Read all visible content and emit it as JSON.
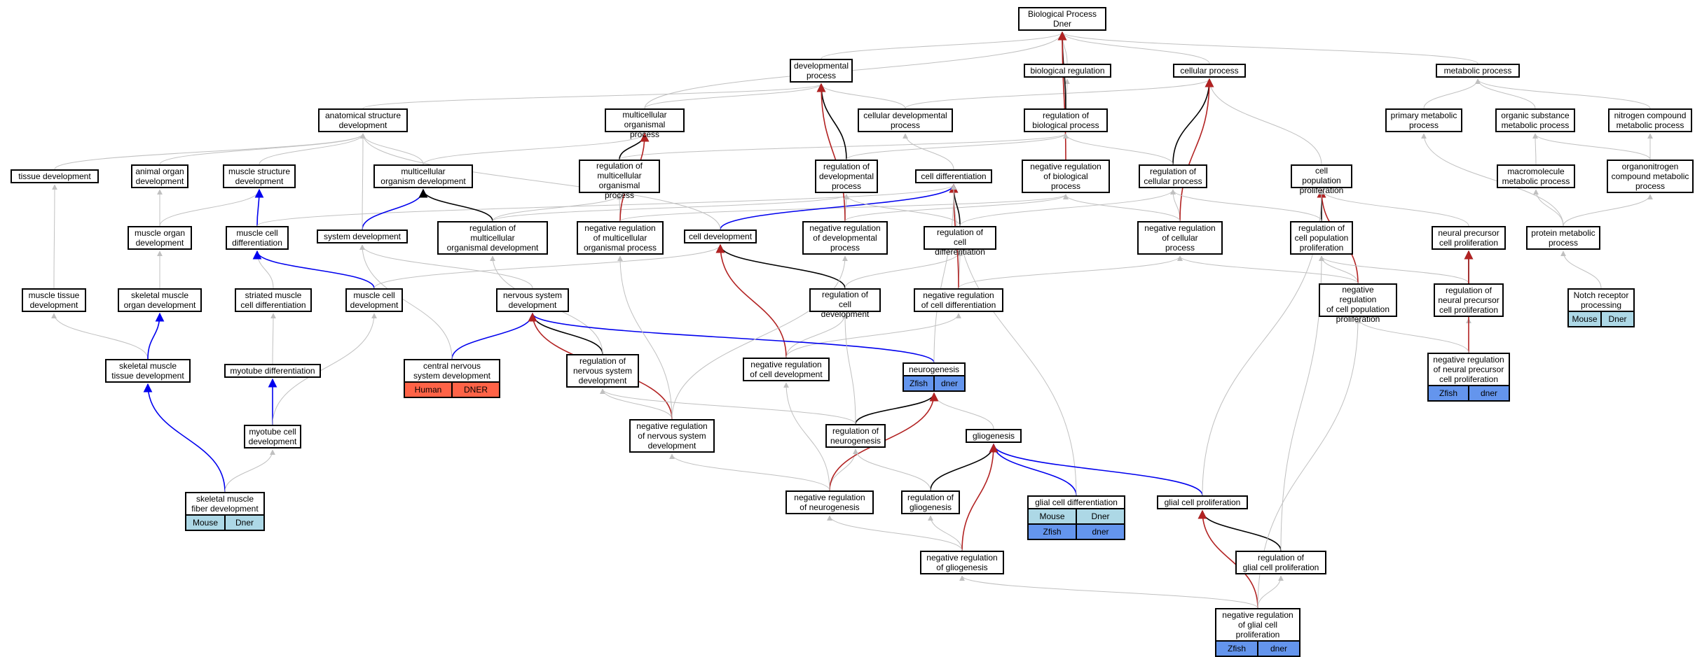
{
  "colors": {
    "gray": "#c0c0c0",
    "black": "#000000",
    "blue": "#0000ee",
    "red": "#b22222",
    "mouse": "#add8e6",
    "zfish": "#6495ed",
    "human": "#ff6347"
  },
  "nodes": [
    {
      "id": "bp",
      "label": "Biological Process\nDner"
    },
    {
      "id": "devproc",
      "label": "developmental\nprocess"
    },
    {
      "id": "bioreg",
      "label": "biological regulation"
    },
    {
      "id": "cellproc",
      "label": "cellular process"
    },
    {
      "id": "metab",
      "label": "metabolic process"
    },
    {
      "id": "anat",
      "label": "anatomical structure\ndevelopment"
    },
    {
      "id": "multiproc",
      "label": "multicellular\norganismal process"
    },
    {
      "id": "celldevproc",
      "label": "cellular developmental\nprocess"
    },
    {
      "id": "regbio",
      "label": "regulation of\nbiological process"
    },
    {
      "id": "primmet",
      "label": "primary metabolic\nprocess"
    },
    {
      "id": "orgsub",
      "label": "organic substance\nmetabolic process"
    },
    {
      "id": "nitro",
      "label": "nitrogen compound\nmetabolic process"
    },
    {
      "id": "tissuedev",
      "label": "tissue development"
    },
    {
      "id": "animorgan",
      "label": "animal organ\ndevelopment"
    },
    {
      "id": "musstruct",
      "label": "muscle structure\ndevelopment"
    },
    {
      "id": "multiorg",
      "label": "multicellular\norganism development"
    },
    {
      "id": "regmulti",
      "label": "regulation of\nmulticellular\norganismal process"
    },
    {
      "id": "regdev",
      "label": "regulation of\ndevelopmental\nprocess"
    },
    {
      "id": "celldiff",
      "label": "cell differentiation"
    },
    {
      "id": "negregbio",
      "label": "negative regulation\nof biological\nprocess"
    },
    {
      "id": "regcellproc",
      "label": "regulation of\ncellular process"
    },
    {
      "id": "cellpop",
      "label": "cell population\nproliferation"
    },
    {
      "id": "macromol",
      "label": "macromolecule\nmetabolic process"
    },
    {
      "id": "organonit",
      "label": "organonitrogen\ncompound metabolic\nprocess"
    },
    {
      "id": "musorgan",
      "label": "muscle organ\ndevelopment"
    },
    {
      "id": "muscdiff",
      "label": "muscle cell\ndifferentiation"
    },
    {
      "id": "sysdev",
      "label": "system development"
    },
    {
      "id": "regmultidev",
      "label": "regulation of\nmulticellular\norganismal development"
    },
    {
      "id": "negregmulti",
      "label": "negative regulation\nof multicellular\norganismal process"
    },
    {
      "id": "celldev",
      "label": "cell development"
    },
    {
      "id": "negregdev",
      "label": "negative regulation\nof developmental\nprocess"
    },
    {
      "id": "regcelldiff",
      "label": "regulation of\ncell differentiation"
    },
    {
      "id": "negregcell",
      "label": "negative regulation\nof cellular\nprocess"
    },
    {
      "id": "regcellpop",
      "label": "regulation of\ncell population\nproliferation"
    },
    {
      "id": "neurprec",
      "label": "neural precursor\ncell proliferation"
    },
    {
      "id": "protmet",
      "label": "protein metabolic\nprocess"
    },
    {
      "id": "mustissue",
      "label": "muscle tissue\ndevelopment"
    },
    {
      "id": "skelorgan",
      "label": "skeletal muscle\norgan development"
    },
    {
      "id": "striated",
      "label": "striated muscle\ncell differentiation"
    },
    {
      "id": "muscelldev",
      "label": "muscle cell\ndevelopment"
    },
    {
      "id": "nervdev",
      "label": "nervous system\ndevelopment"
    },
    {
      "id": "regcelldev",
      "label": "regulation of\ncell development"
    },
    {
      "id": "negregcelldiff",
      "label": "negative regulation\nof cell differentiation"
    },
    {
      "id": "negregcellpop",
      "label": "negative regulation\nof cell population\nproliferation"
    },
    {
      "id": "regneurprec",
      "label": "regulation of\nneural precursor\ncell proliferation"
    },
    {
      "id": "notch",
      "label": "Notch receptor\nprocessing",
      "table": [
        [
          "Mouse",
          "Dner"
        ]
      ],
      "tablecolor": [
        "mouse"
      ]
    },
    {
      "id": "skeltissue",
      "label": "skeletal muscle\ntissue development"
    },
    {
      "id": "cns",
      "label": "central nervous\nsystem development",
      "table": [
        [
          "Human",
          "DNER"
        ]
      ],
      "tablecolor": [
        "human"
      ]
    },
    {
      "id": "regnervdev",
      "label": "regulation of\nnervous system\ndevelopment"
    },
    {
      "id": "negregcelldev",
      "label": "negative regulation\nof cell development"
    },
    {
      "id": "neurogen",
      "label": "neurogenesis",
      "table": [
        [
          "Zfish",
          "dner"
        ]
      ],
      "tablecolor": [
        "zfish"
      ]
    },
    {
      "id": "negregneurprec",
      "label": "negative regulation\nof neural precursor\ncell proliferation",
      "table": [
        [
          "Zfish",
          "dner"
        ]
      ],
      "tablecolor": [
        "zfish"
      ]
    },
    {
      "id": "myotdiff",
      "label": "myotube differentiation"
    },
    {
      "id": "negregnervdev",
      "label": "negative regulation\nof nervous system\ndevelopment"
    },
    {
      "id": "regneurogen",
      "label": "regulation of\nneurogenesis"
    },
    {
      "id": "gliogen",
      "label": "gliogenesis"
    },
    {
      "id": "myotdev",
      "label": "myotube cell\ndevelopment"
    },
    {
      "id": "skelfiber",
      "label": "skeletal muscle\nfiber development",
      "table": [
        [
          "Mouse",
          "Dner"
        ]
      ],
      "tablecolor": [
        "mouse"
      ]
    },
    {
      "id": "negregneurogen",
      "label": "negative regulation\nof neurogenesis"
    },
    {
      "id": "reggliogen",
      "label": "regulation of\ngliogenesis"
    },
    {
      "id": "glialdiff",
      "label": "glial cell differentiation",
      "table": [
        [
          "Mouse",
          "Dner"
        ],
        [
          "Zfish",
          "dner"
        ]
      ],
      "tablecolor": [
        "mouse",
        "zfish"
      ]
    },
    {
      "id": "glialprolif",
      "label": "glial cell proliferation"
    },
    {
      "id": "negreggliogen",
      "label": "negative regulation\nof gliogenesis"
    },
    {
      "id": "regglialprolif",
      "label": "regulation of\nglial cell proliferation"
    },
    {
      "id": "negregglialprolif",
      "label": "negative regulation\nof glial cell\nproliferation",
      "table": [
        [
          "Zfish",
          "dner"
        ]
      ],
      "tablecolor": [
        "zfish"
      ]
    }
  ],
  "edges": [
    [
      "devproc",
      "bp",
      "gray"
    ],
    [
      "bioreg",
      "bp",
      "gray"
    ],
    [
      "cellproc",
      "bp",
      "gray"
    ],
    [
      "metab",
      "bp",
      "gray"
    ],
    [
      "anat",
      "devproc",
      "gray"
    ],
    [
      "multiproc",
      "bp",
      "gray"
    ],
    [
      "multiproc",
      "devproc",
      "gray"
    ],
    [
      "celldevproc",
      "devproc",
      "gray"
    ],
    [
      "celldevproc",
      "cellproc",
      "gray"
    ],
    [
      "regbio",
      "bioreg",
      "gray"
    ],
    [
      "regbio",
      "bp",
      "black"
    ],
    [
      "primmet",
      "metab",
      "gray"
    ],
    [
      "orgsub",
      "metab",
      "gray"
    ],
    [
      "nitro",
      "metab",
      "gray"
    ],
    [
      "tissuedev",
      "anat",
      "gray"
    ],
    [
      "animorgan",
      "anat",
      "gray"
    ],
    [
      "musstruct",
      "anat",
      "gray"
    ],
    [
      "multiorg",
      "anat",
      "gray"
    ],
    [
      "multiorg",
      "multiproc",
      "gray"
    ],
    [
      "regmulti",
      "multiproc",
      "black"
    ],
    [
      "regmulti",
      "regbio",
      "gray"
    ],
    [
      "regdev",
      "devproc",
      "black"
    ],
    [
      "regdev",
      "regbio",
      "gray"
    ],
    [
      "celldiff",
      "celldevproc",
      "gray"
    ],
    [
      "negregbio",
      "regbio",
      "gray"
    ],
    [
      "negregbio",
      "bp",
      "red"
    ],
    [
      "regcellproc",
      "cellproc",
      "black"
    ],
    [
      "regcellproc",
      "regbio",
      "gray"
    ],
    [
      "cellpop",
      "cellproc",
      "gray"
    ],
    [
      "macromol",
      "orgsub",
      "gray"
    ],
    [
      "organonit",
      "orgsub",
      "gray"
    ],
    [
      "organonit",
      "nitro",
      "gray"
    ],
    [
      "musorgan",
      "animorgan",
      "gray"
    ],
    [
      "musorgan",
      "musstruct",
      "gray"
    ],
    [
      "muscdiff",
      "musstruct",
      "blue"
    ],
    [
      "muscdiff",
      "celldiff",
      "gray"
    ],
    [
      "sysdev",
      "multiorg",
      "blue"
    ],
    [
      "sysdev",
      "anat",
      "gray"
    ],
    [
      "regmultidev",
      "multiorg",
      "black"
    ],
    [
      "regmultidev",
      "regmulti",
      "gray"
    ],
    [
      "regmultidev",
      "regdev",
      "gray"
    ],
    [
      "negregmulti",
      "regmulti",
      "gray"
    ],
    [
      "negregmulti",
      "multiproc",
      "red"
    ],
    [
      "negregmulti",
      "negregbio",
      "gray"
    ],
    [
      "celldev",
      "celldiff",
      "blue"
    ],
    [
      "celldev",
      "anat",
      "gray"
    ],
    [
      "negregdev",
      "regdev",
      "gray"
    ],
    [
      "negregdev",
      "devproc",
      "red"
    ],
    [
      "negregdev",
      "negregbio",
      "gray"
    ],
    [
      "regcelldiff",
      "celldiff",
      "black"
    ],
    [
      "regcelldiff",
      "regcellproc",
      "gray"
    ],
    [
      "regcelldiff",
      "regdev",
      "gray"
    ],
    [
      "negregcell",
      "regcellproc",
      "gray"
    ],
    [
      "negregcell",
      "cellproc",
      "red"
    ],
    [
      "negregcell",
      "negregbio",
      "gray"
    ],
    [
      "regcellpop",
      "cellpop",
      "black"
    ],
    [
      "regcellpop",
      "regcellproc",
      "gray"
    ],
    [
      "neurprec",
      "cellpop",
      "gray"
    ],
    [
      "protmet",
      "primmet",
      "gray"
    ],
    [
      "protmet",
      "macromol",
      "gray"
    ],
    [
      "protmet",
      "organonit",
      "gray"
    ],
    [
      "mustissue",
      "tissuedev",
      "gray"
    ],
    [
      "skelorgan",
      "musorgan",
      "gray"
    ],
    [
      "striated",
      "muscdiff",
      "gray"
    ],
    [
      "muscelldev",
      "muscdiff",
      "blue"
    ],
    [
      "muscelldev",
      "celldev",
      "gray"
    ],
    [
      "nervdev",
      "sysdev",
      "gray"
    ],
    [
      "regcelldev",
      "celldev",
      "black"
    ],
    [
      "regcelldev",
      "regcelldiff",
      "gray"
    ],
    [
      "negregcelldiff",
      "regcelldiff",
      "gray"
    ],
    [
      "negregcelldiff",
      "celldiff",
      "red"
    ],
    [
      "negregcelldiff",
      "negregcell",
      "gray"
    ],
    [
      "negregcellpop",
      "regcellpop",
      "gray"
    ],
    [
      "negregcellpop",
      "cellpop",
      "red"
    ],
    [
      "negregcellpop",
      "negregcell",
      "gray"
    ],
    [
      "regneurprec",
      "neurprec",
      "black"
    ],
    [
      "regneurprec",
      "regcellpop",
      "gray"
    ],
    [
      "notch",
      "protmet",
      "gray"
    ],
    [
      "skeltissue",
      "mustissue",
      "gray"
    ],
    [
      "skeltissue",
      "skelorgan",
      "blue"
    ],
    [
      "cns",
      "nervdev",
      "blue"
    ],
    [
      "cns",
      "sysdev",
      "gray"
    ],
    [
      "regnervdev",
      "nervdev",
      "black"
    ],
    [
      "regnervdev",
      "regmultidev",
      "gray"
    ],
    [
      "negregcelldev",
      "regcelldev",
      "gray"
    ],
    [
      "negregcelldev",
      "celldev",
      "red"
    ],
    [
      "negregcelldev",
      "negregcelldiff",
      "gray"
    ],
    [
      "neurogen",
      "nervdev",
      "blue"
    ],
    [
      "neurogen",
      "celldiff",
      "gray"
    ],
    [
      "negregneurprec",
      "regneurprec",
      "gray"
    ],
    [
      "negregneurprec",
      "neurprec",
      "red"
    ],
    [
      "negregneurprec",
      "negregcellpop",
      "gray"
    ],
    [
      "myotdiff",
      "striated",
      "gray"
    ],
    [
      "negregnervdev",
      "regnervdev",
      "gray"
    ],
    [
      "negregnervdev",
      "nervdev",
      "red"
    ],
    [
      "negregnervdev",
      "negregmulti",
      "gray"
    ],
    [
      "negregnervdev",
      "negregdev",
      "gray"
    ],
    [
      "regneurogen",
      "neurogen",
      "black"
    ],
    [
      "regneurogen",
      "regnervdev",
      "gray"
    ],
    [
      "regneurogen",
      "regcelldev",
      "gray"
    ],
    [
      "gliogen",
      "neurogen",
      "gray"
    ],
    [
      "myotdev",
      "myotdiff",
      "blue"
    ],
    [
      "myotdev",
      "muscelldev",
      "gray"
    ],
    [
      "skelfiber",
      "skeltissue",
      "blue"
    ],
    [
      "skelfiber",
      "myotdev",
      "gray"
    ],
    [
      "negregneurogen",
      "regneurogen",
      "gray"
    ],
    [
      "negregneurogen",
      "neurogen",
      "red"
    ],
    [
      "negregneurogen",
      "negregnervdev",
      "gray"
    ],
    [
      "negregneurogen",
      "negregcelldev",
      "gray"
    ],
    [
      "reggliogen",
      "gliogen",
      "black"
    ],
    [
      "reggliogen",
      "regneurogen",
      "gray"
    ],
    [
      "glialdiff",
      "gliogen",
      "blue"
    ],
    [
      "glialdiff",
      "celldiff",
      "gray"
    ],
    [
      "glialprolif",
      "gliogen",
      "blue"
    ],
    [
      "glialprolif",
      "cellpop",
      "gray"
    ],
    [
      "negreggliogen",
      "reggliogen",
      "gray"
    ],
    [
      "negreggliogen",
      "gliogen",
      "red"
    ],
    [
      "negreggliogen",
      "negregneurogen",
      "gray"
    ],
    [
      "regglialprolif",
      "glialprolif",
      "black"
    ],
    [
      "regglialprolif",
      "regcellpop",
      "gray"
    ],
    [
      "negregglialprolif",
      "regglialprolif",
      "gray"
    ],
    [
      "negregglialprolif",
      "glialprolif",
      "red"
    ],
    [
      "negregglialprolif",
      "negregcellpop",
      "gray"
    ],
    [
      "negregglialprolif",
      "negreggliogen",
      "gray"
    ]
  ]
}
